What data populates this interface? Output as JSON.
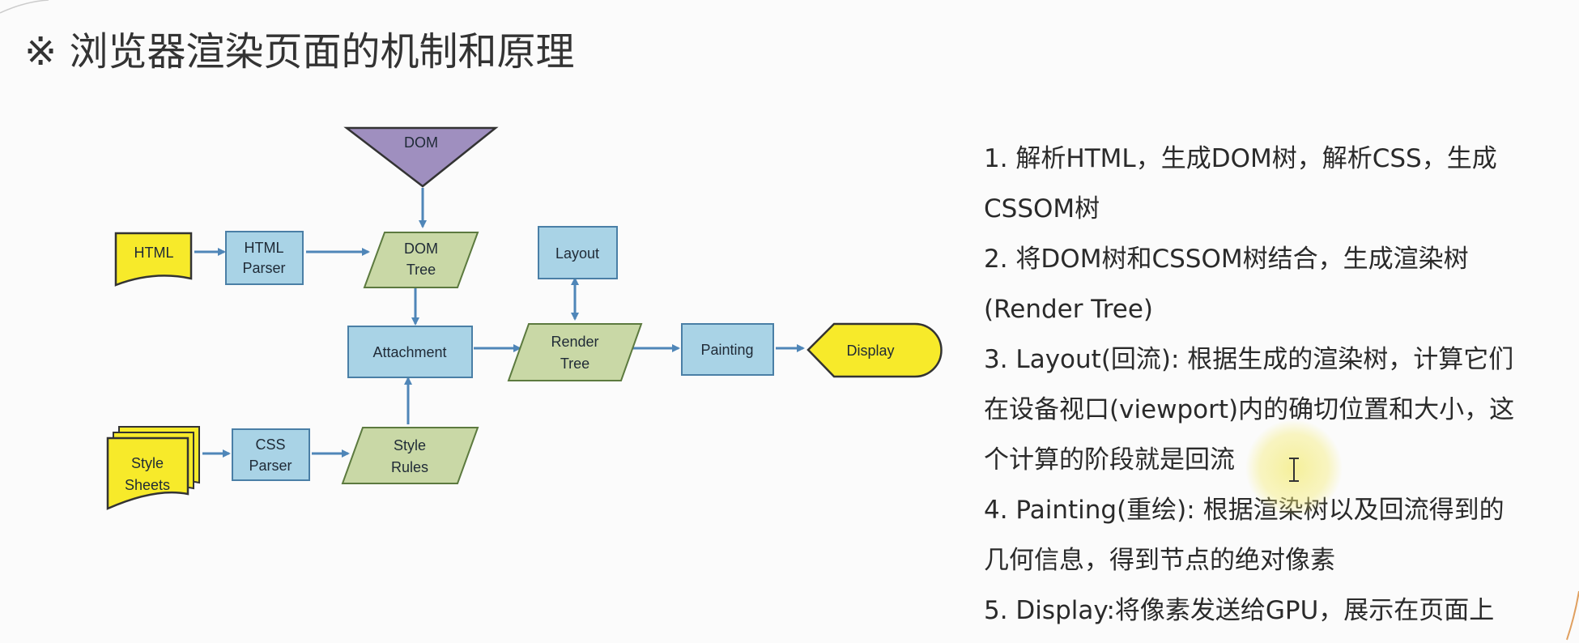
{
  "title": "※ 浏览器渲染页面的机制和原理",
  "diagram": {
    "nodes": {
      "dom": "DOM",
      "html": "HTML",
      "html_parser": [
        "HTML",
        "Parser"
      ],
      "dom_tree": [
        "DOM",
        "Tree"
      ],
      "layout": "Layout",
      "attachment": "Attachment",
      "render_tree": [
        "Render",
        "Tree"
      ],
      "painting": "Painting",
      "display": "Display",
      "style_sheets": [
        "Style",
        "Sheets"
      ],
      "css_parser": [
        "CSS",
        "Parser"
      ],
      "style_rules": [
        "Style",
        "Rules"
      ]
    },
    "colors": {
      "blue_fill": "#a9d3e6",
      "blue_stroke": "#4a7fa6",
      "green_fill": "#c9d8a6",
      "green_stroke": "#5c7a3f",
      "yellow_fill": "#f7ea2a",
      "yellow_stroke": "#333333",
      "purple_fill": "#9f8fbf",
      "arrow": "#4f86b8"
    }
  },
  "steps": [
    "1. 解析HTML，生成DOM树，解析CSS，生成",
    "CSSOM树",
    "2. 将DOM树和CSSOM树结合，生成渲染树",
    "(Render Tree)",
    "3. Layout(回流): 根据生成的渲染树，计算它们",
    "在设备视口(viewport)内的确切位置和大小，这",
    "个计算的阶段就是回流",
    "4. Painting(重绘): 根据渲染树以及回流得到的",
    "几何信息，得到节点的绝对像素",
    "5. Display:将像素发送给GPU，展示在页面上"
  ]
}
